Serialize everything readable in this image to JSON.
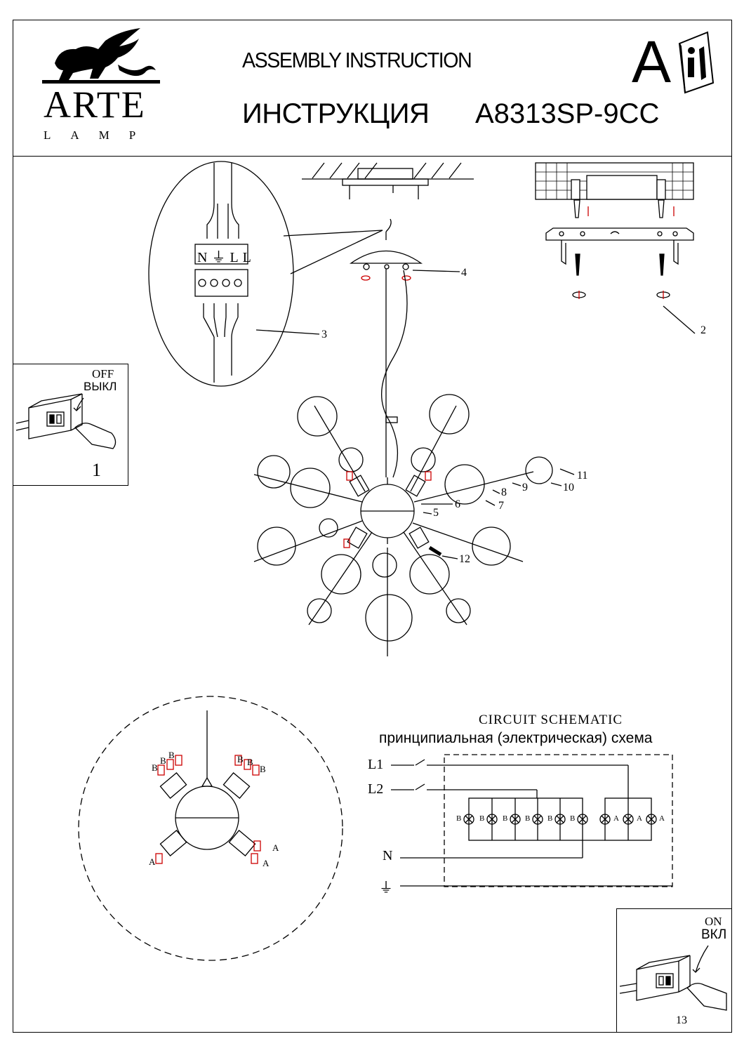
{
  "header": {
    "brand": "ARTE",
    "brand_sub": "LAMP",
    "title_en": "ASSEMBLY INSTRUCTION",
    "title_ru": "ИНСТРУКЦИЯ",
    "model": "A8313SP-9CC",
    "sheet_letter": "A",
    "info_icon": "manual-info-icon"
  },
  "steps": {
    "off_en": "OFF",
    "off_ru": "ВЫКЛ",
    "step1": "1",
    "on_en": "ON",
    "on_ru": "ВКЛ",
    "step13": "13"
  },
  "callouts": [
    "2",
    "3",
    "4",
    "5",
    "6",
    "7",
    "8",
    "9",
    "10",
    "11",
    "12"
  ],
  "terminal_labels": [
    "N",
    "⏚",
    "L",
    "L"
  ],
  "circuit": {
    "title_en": "CIRCUIT SCHEMATIC",
    "title_ru": "принципиальная (электрическая) схема",
    "inputs": [
      "L1",
      "L2",
      "N",
      "⏚"
    ],
    "lamp_labels": [
      "B",
      "B",
      "B",
      "B",
      "B",
      "B",
      "A",
      "A",
      "A"
    ]
  },
  "top_view_labels": {
    "left_top": [
      "B",
      "B",
      "B"
    ],
    "right_top": [
      "B",
      "B",
      "B"
    ],
    "left_bottom": [
      "A"
    ],
    "right_bottom": [
      "A",
      "A"
    ]
  }
}
